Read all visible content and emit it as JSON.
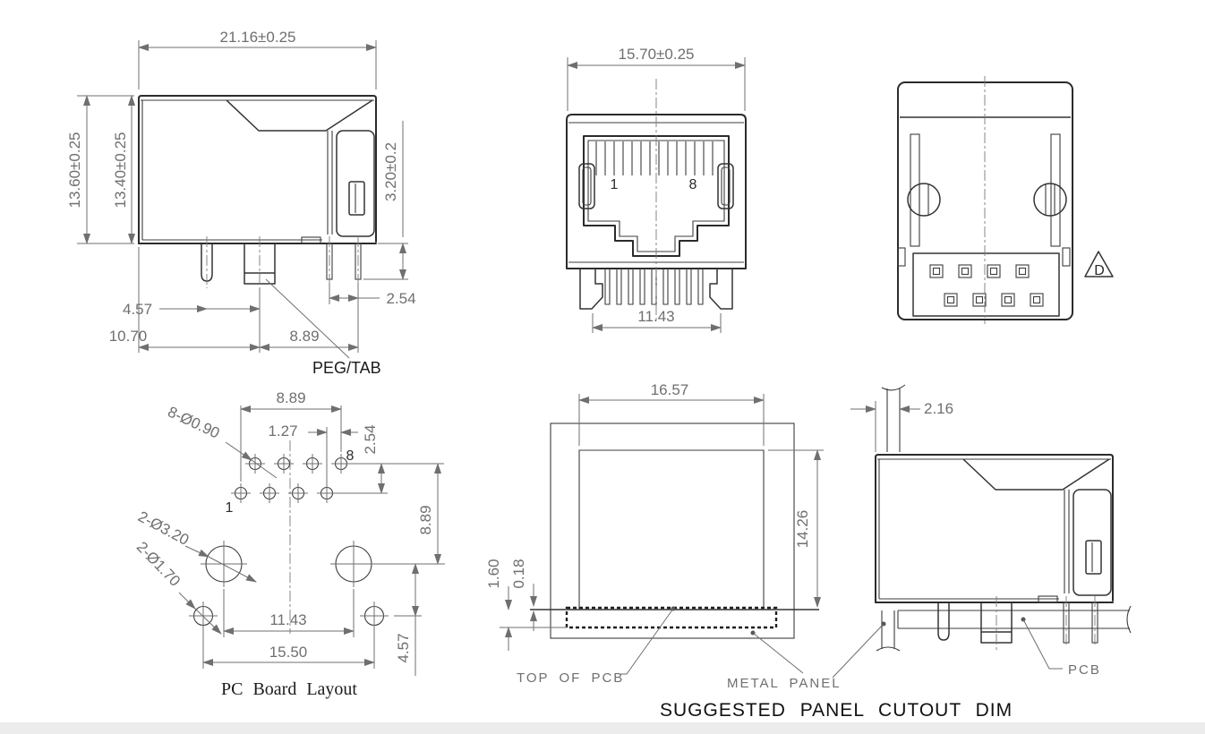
{
  "colors": {
    "background": "#ffffff",
    "object_line": "#2b2b2b",
    "dimension_line": "#6f6f6f",
    "dark_label": "#1a1a1a"
  },
  "views": {
    "side": {
      "dim_width": "21.16±0.25",
      "dim_height_outer": "13.60±0.25",
      "dim_height_inner": "13.40±0.25",
      "dim_pin_length": "3.20±0.2",
      "dim_pin_pitch": "2.54",
      "dim_post_to_peg": "4.57",
      "dim_front_to_peg": "10.70",
      "dim_peg_to_pin": "8.89",
      "label_peg": "PEG/TAB"
    },
    "front": {
      "dim_width": "15.70±0.25",
      "dim_latch_span": "11.43",
      "pin_first": "1",
      "pin_last": "8"
    },
    "rear": {
      "note_triangle": "D"
    },
    "pcb_layout": {
      "title": "PC Board Layout",
      "dim_row_span": "8.89",
      "dim_pitch": "1.27",
      "dim_row_gap": "2.54",
      "dim_rows_to_pegs": "8.89",
      "dim_peg_span": "11.43",
      "dim_post_span": "15.50",
      "dim_peg_to_post": "4.57",
      "callout_pin_holes": "8-Ø0.90",
      "callout_peg_holes": "2-Ø3.20",
      "callout_post_holes": "2-Ø1.70",
      "pin_first": "1",
      "pin_last": "8"
    },
    "panel_cutout": {
      "title": "SUGGESTED PANEL CUTOUT DIM",
      "dim_width": "16.57",
      "dim_height": "14.26",
      "dim_pcb_to_flange": "1.60",
      "dim_gap": "0.18",
      "label_top_of_pcb": "TOP OF PCB",
      "label_metal_panel": "METAL PANEL"
    },
    "side_mounted": {
      "dim_panel_offset": "2.16",
      "label_pcb": "PCB"
    }
  }
}
